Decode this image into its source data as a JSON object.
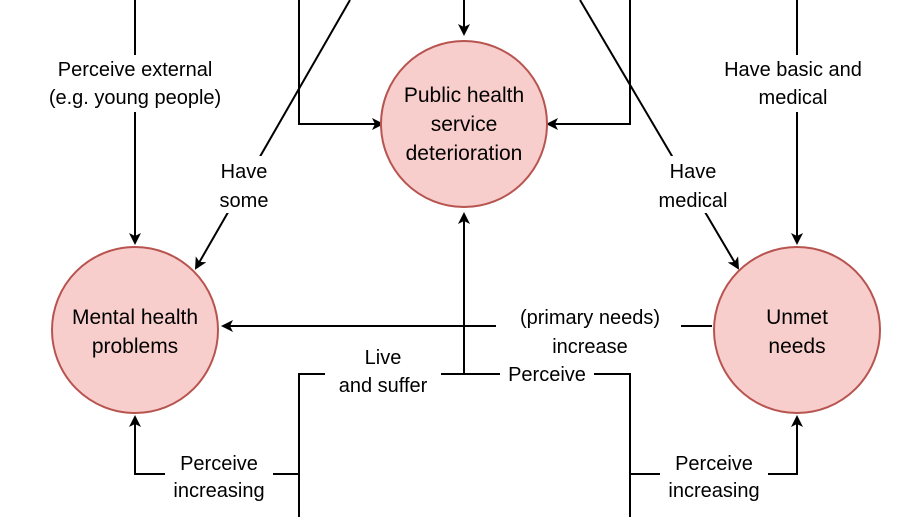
{
  "colors": {
    "node_fill": "#f8cecc",
    "node_stroke": "#b85450",
    "edge": "#000000"
  },
  "nodes": {
    "public_health": {
      "line1": "Public health",
      "line2": "service",
      "line3": "deterioration"
    },
    "mental_health": {
      "line1": "Mental health",
      "line2": "problems"
    },
    "unmet_needs": {
      "line1": "Unmet",
      "line2": "needs"
    }
  },
  "edge_labels": {
    "perceive_external": {
      "line1": "Perceive external",
      "line2": "(e.g. young people)"
    },
    "have_some": {
      "line1": "Have",
      "line2": "some"
    },
    "have_basic_medical": {
      "line1": "Have basic and",
      "line2": "medical"
    },
    "have_medical": {
      "line1": "Have",
      "line2": "medical"
    },
    "primary_needs": {
      "line1": "(primary needs)",
      "line2": "increase"
    },
    "live_and_suffer": {
      "line1": "Live",
      "line2": "and suffer"
    },
    "perceive_mid": {
      "line1": "Perceive"
    },
    "perceive_inc_left": {
      "line1": "Perceive",
      "line2": "increasing"
    },
    "perceive_inc_right": {
      "line1": "Perceive",
      "line2": "increasing"
    }
  }
}
